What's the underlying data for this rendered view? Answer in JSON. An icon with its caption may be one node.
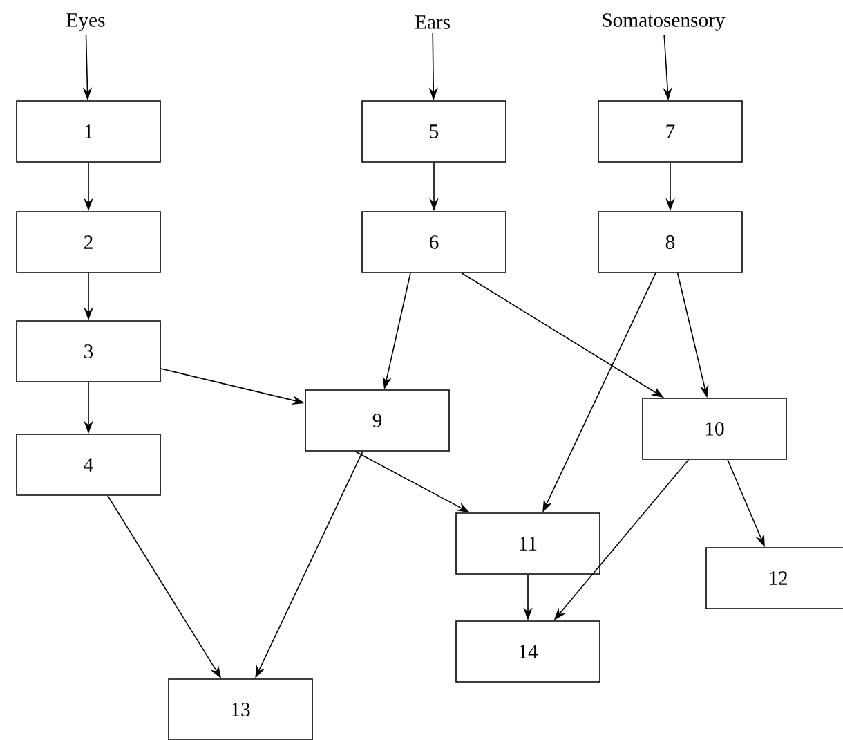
{
  "diagram": {
    "nodes": [
      {
        "text": [
          "Eyes"
        ]
      },
      {
        "text": [
          "Ears"
        ]
      },
      {
        "text": [
          "Somatosensory"
        ]
      },
      {
        "text": [
          "1"
        ]
      },
      {
        "text": [
          "2"
        ]
      },
      {
        "text": [
          "3"
        ]
      },
      {
        "text": [
          "4"
        ]
      },
      {
        "text": [
          "5"
        ]
      },
      {
        "text": [
          "6"
        ]
      },
      {
        "text": [
          "7"
        ]
      },
      {
        "text": [
          "8"
        ]
      },
      {
        "text": [
          "9"
        ]
      },
      {
        "text": [
          "10"
        ]
      },
      {
        "text": [
          "11"
        ]
      },
      {
        "text": [
          "12"
        ]
      },
      {
        "text": [
          "13"
        ]
      },
      {
        "text": [
          "14"
        ]
      }
    ],
    "edges": [
      {
        "from": 0,
        "to": 3,
        "arrow": "to"
      },
      {
        "from": 3,
        "to": 4,
        "arrow": "to"
      },
      {
        "from": 4,
        "to": 5,
        "arrow": "to"
      },
      {
        "from": 5,
        "to": 6,
        "arrow": "to"
      },
      {
        "from": 5,
        "to": 11,
        "arrow": "to"
      },
      {
        "from": 6,
        "to": 15,
        "arrow": "to"
      },
      {
        "from": 11,
        "to": 15,
        "arrow": "to"
      },
      {
        "from": 11,
        "to": 13,
        "arrow": "to"
      },
      {
        "from": 1,
        "to": 7,
        "arrow": "to"
      },
      {
        "from": 7,
        "to": 8,
        "arrow": "to"
      },
      {
        "from": 8,
        "to": 11,
        "arrow": "to"
      },
      {
        "from": 8,
        "to": 12,
        "arrow": "to"
      },
      {
        "from": 2,
        "to": 9,
        "arrow": "to"
      },
      {
        "from": 9,
        "to": 10,
        "arrow": "to"
      },
      {
        "from": 10,
        "to": 13,
        "arrow": "to"
      },
      {
        "from": 10,
        "to": 12,
        "arrow": "to"
      },
      {
        "from": 12,
        "to": 16,
        "arrow": "to"
      },
      {
        "from": 12,
        "to": 14,
        "arrow": "to"
      },
      {
        "from": 13,
        "to": 16,
        "arrow": "to"
      }
    ]
  }
}
